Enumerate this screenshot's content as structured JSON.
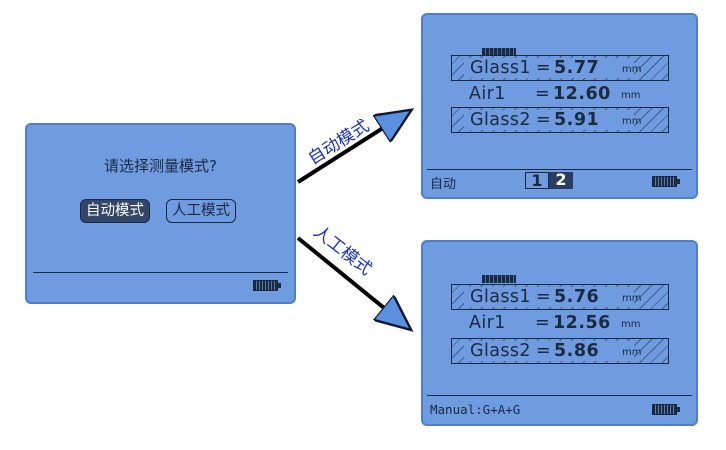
{
  "main_screen": {
    "prompt": "请选择测量模式?",
    "auto_button": "自动模式",
    "manual_button": "人工模式"
  },
  "arrows": {
    "auto_label": "自动模式",
    "manual_label": "人工模式",
    "color": "#1a2fc7"
  },
  "auto_screen": {
    "rows": [
      {
        "label": "Glass1",
        "value": "5.77",
        "unit": "mm"
      },
      {
        "label": "Air1",
        "value": "12.60",
        "unit": "mm"
      },
      {
        "label": "Glass2",
        "value": "5.91",
        "unit": "mm"
      }
    ],
    "status": "自动",
    "pages": [
      "1",
      "2"
    ],
    "active_page": "2"
  },
  "manual_screen": {
    "rows": [
      {
        "label": "Glass1",
        "value": "5.76",
        "unit": "mm"
      },
      {
        "label": "Air1",
        "value": "12.56",
        "unit": "mm"
      },
      {
        "label": "Glass2",
        "value": "5.86",
        "unit": "mm"
      }
    ],
    "status": "Manual:G+A+G"
  },
  "colors": {
    "screen_bg": "#6f9be0",
    "screen_border": "#4f7fcb",
    "text": "#1c2a40",
    "selected_bg": "#34456a"
  },
  "icons": [
    "battery-icon",
    "signal-icon",
    "arrow-icon"
  ]
}
